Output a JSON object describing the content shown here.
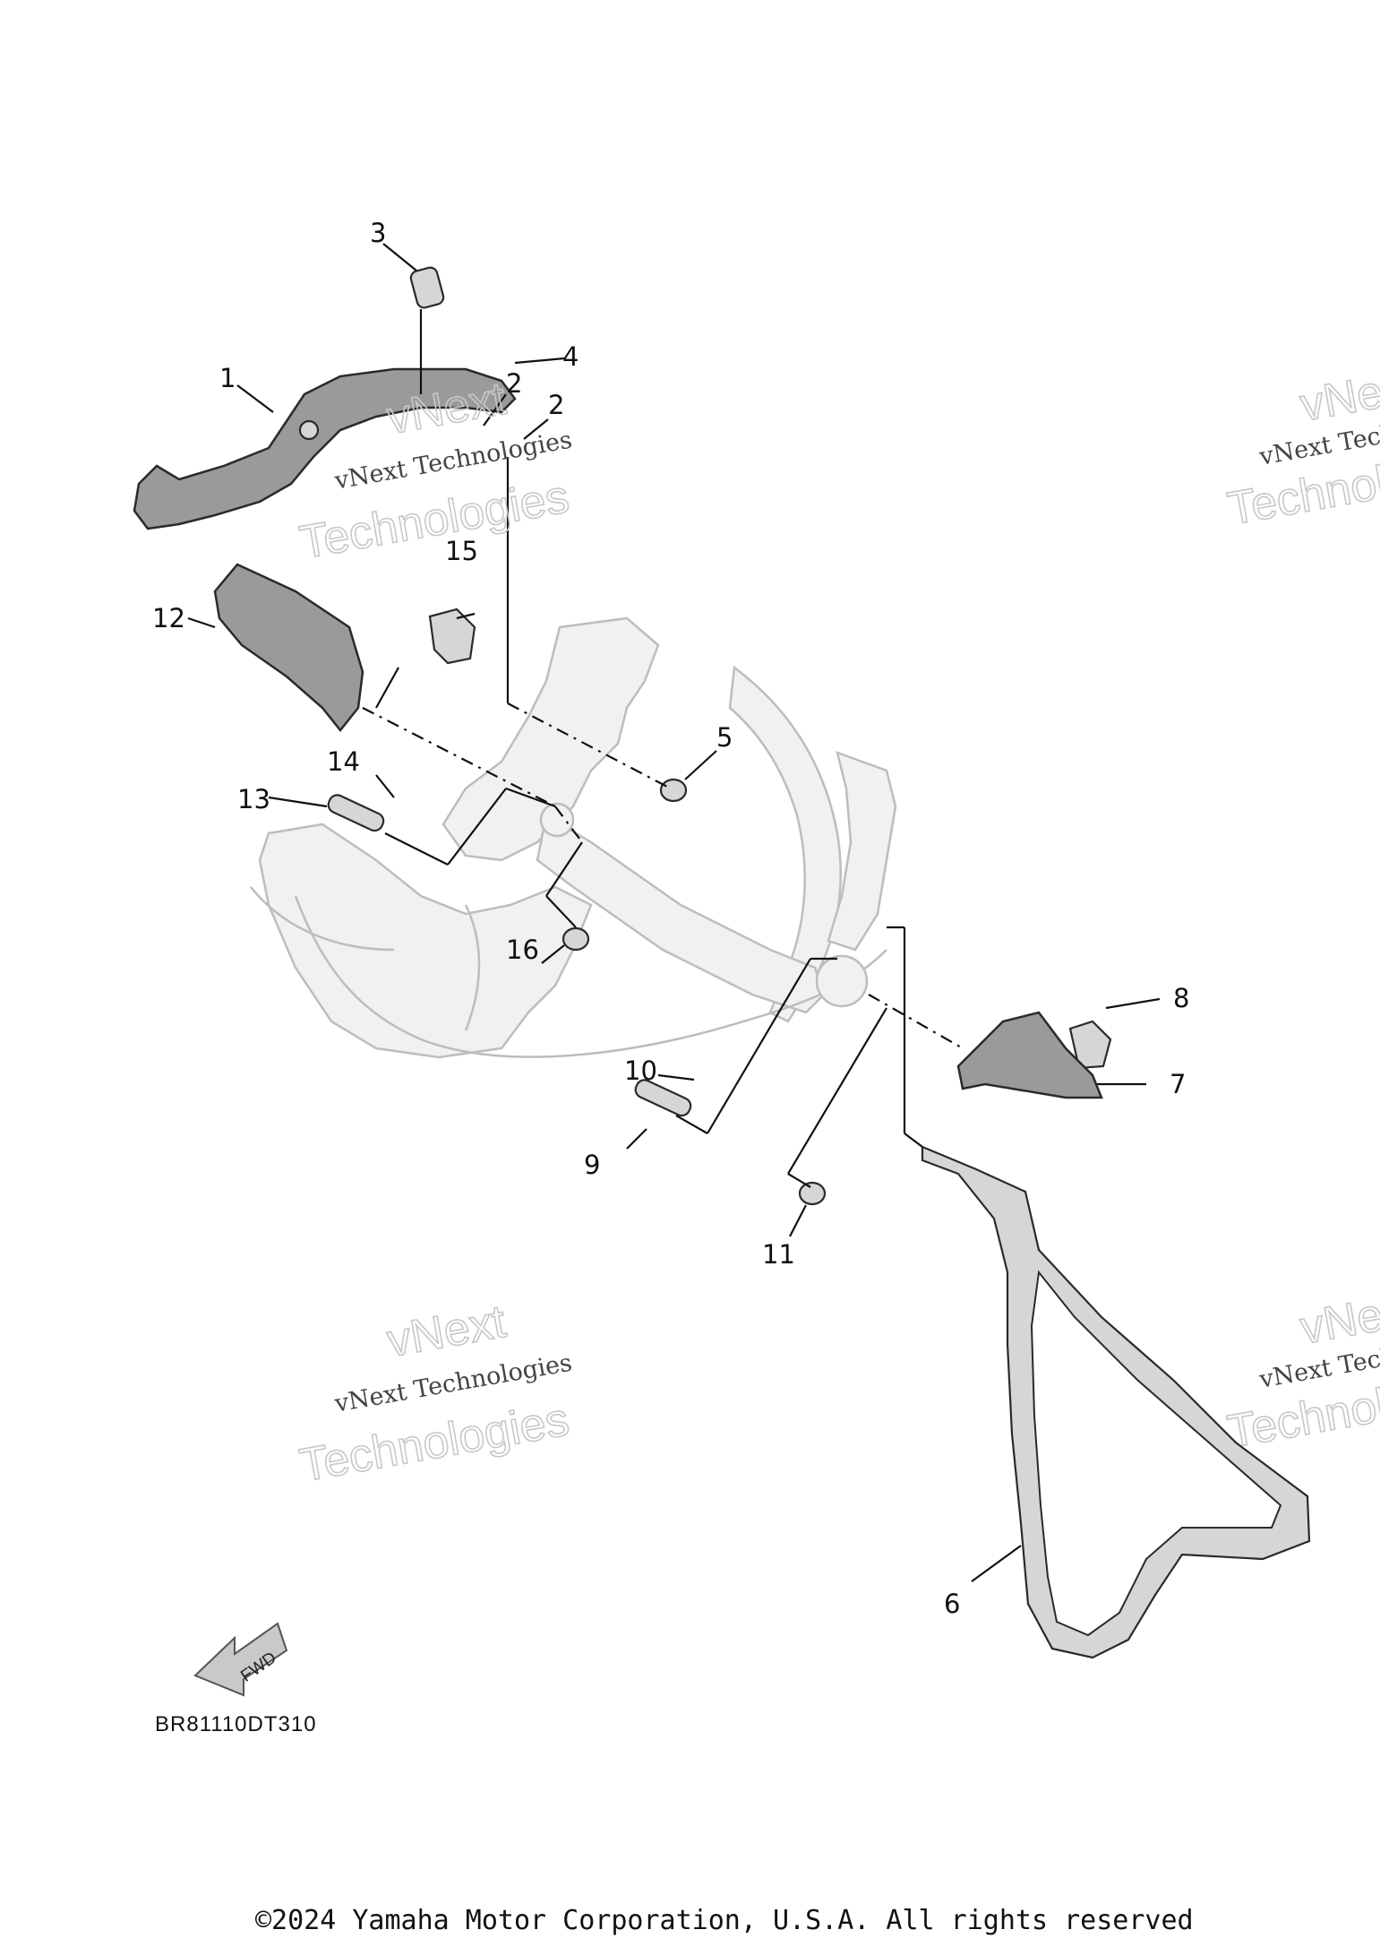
{
  "drawing_code": "BR81110DT310",
  "copyright": "©2024 Yamaha Motor Corporation, U.S.A. All rights reserved",
  "fwd_label": "FWD",
  "watermark": {
    "line1": "vNext",
    "line2": "vNext Technologies",
    "line3": "Technologies"
  },
  "callouts": {
    "c1": "1",
    "c2a": "2",
    "c2b": "2",
    "c3": "3",
    "c4": "4",
    "c5": "5",
    "c6": "6",
    "c7": "7",
    "c8": "8",
    "c9": "9",
    "c10": "10",
    "c11": "11",
    "c12": "12",
    "c13": "13",
    "c14": "14",
    "c15": "15",
    "c16": "16"
  },
  "icons": [
    "forward-arrow-icon"
  ]
}
